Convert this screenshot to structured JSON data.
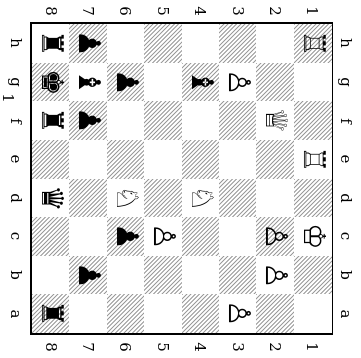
{
  "board": {
    "orientation": "rotated-90",
    "files": [
      "a",
      "b",
      "c",
      "d",
      "e",
      "f",
      "g",
      "h"
    ],
    "ranks": [
      "8",
      "7",
      "6",
      "5",
      "4",
      "3",
      "2",
      "1"
    ],
    "turn_marker": "1",
    "pieces": [
      {
        "square": "h8",
        "glyph": "♜",
        "name": "black-rook"
      },
      {
        "square": "g8",
        "glyph": "♚",
        "name": "black-king"
      },
      {
        "square": "f8",
        "glyph": "♜",
        "name": "black-rook"
      },
      {
        "square": "d8",
        "glyph": "♛",
        "name": "black-queen"
      },
      {
        "square": "a8",
        "glyph": "♜",
        "name": "black-rook"
      },
      {
        "square": "h7",
        "glyph": "♟",
        "name": "black-pawn"
      },
      {
        "square": "g7",
        "glyph": "♝",
        "name": "black-bishop"
      },
      {
        "square": "f7",
        "glyph": "♟",
        "name": "black-pawn"
      },
      {
        "square": "b7",
        "glyph": "♟",
        "name": "black-pawn"
      },
      {
        "square": "g6",
        "glyph": "♟",
        "name": "black-pawn"
      },
      {
        "square": "d6",
        "glyph": "♘",
        "name": "white-knight"
      },
      {
        "square": "c6",
        "glyph": "♟",
        "name": "black-pawn"
      },
      {
        "square": "c5",
        "glyph": "♙",
        "name": "white-pawn"
      },
      {
        "square": "g4",
        "glyph": "♝",
        "name": "black-bishop"
      },
      {
        "square": "d4",
        "glyph": "♘",
        "name": "white-knight"
      },
      {
        "square": "g3",
        "glyph": "♙",
        "name": "white-pawn"
      },
      {
        "square": "a3",
        "glyph": "♙",
        "name": "white-pawn"
      },
      {
        "square": "f2",
        "glyph": "♕",
        "name": "white-queen"
      },
      {
        "square": "c2",
        "glyph": "♙",
        "name": "white-pawn"
      },
      {
        "square": "b2",
        "glyph": "♙",
        "name": "white-pawn"
      },
      {
        "square": "h1",
        "glyph": "♖",
        "name": "white-rook"
      },
      {
        "square": "e1",
        "glyph": "♖",
        "name": "white-rook"
      },
      {
        "square": "c1",
        "glyph": "♔",
        "name": "white-king"
      }
    ]
  }
}
